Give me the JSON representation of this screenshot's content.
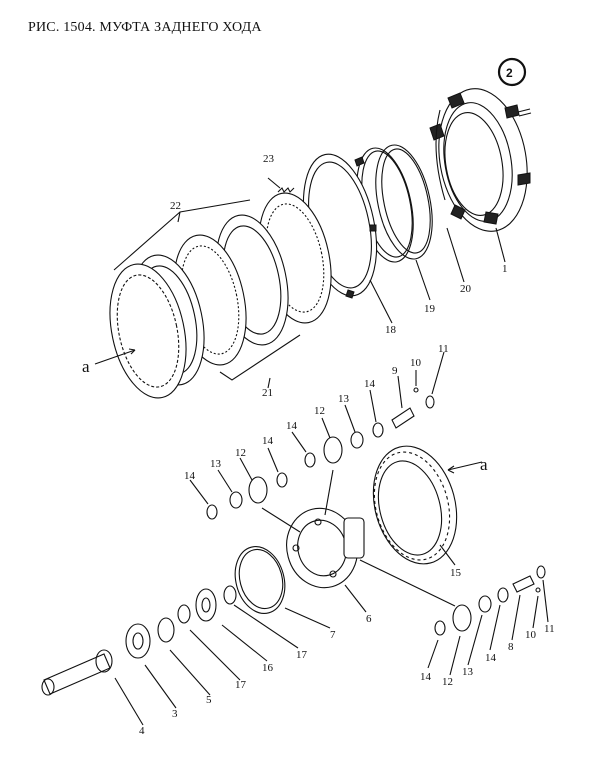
{
  "title": "РИС. 1504. МУФТА ЗАДНЕГО ХОДА",
  "highlight_color": "#e0161c",
  "callouts": {
    "c1": "1",
    "c2": "2",
    "c3": "3",
    "c4": "4",
    "c5": "5",
    "c6": "6",
    "c7": "7",
    "c8": "8",
    "c9": "9",
    "c10a": "10",
    "c10b": "10",
    "c11a": "11",
    "c11b": "11",
    "c12a": "12",
    "c12b": "12",
    "c12c": "12",
    "c13a": "13",
    "c13b": "13",
    "c13c": "13",
    "c14a": "14",
    "c14b": "14",
    "c14c": "14",
    "c14d": "14",
    "c14e": "14",
    "c14f": "14",
    "c15": "15",
    "c16": "16",
    "c17a": "17",
    "c17b": "17",
    "c18": "18",
    "c19": "19",
    "c20": "20",
    "c21": "21",
    "c22": "22",
    "c23": "23",
    "a_left": "a",
    "a_right": "a"
  }
}
